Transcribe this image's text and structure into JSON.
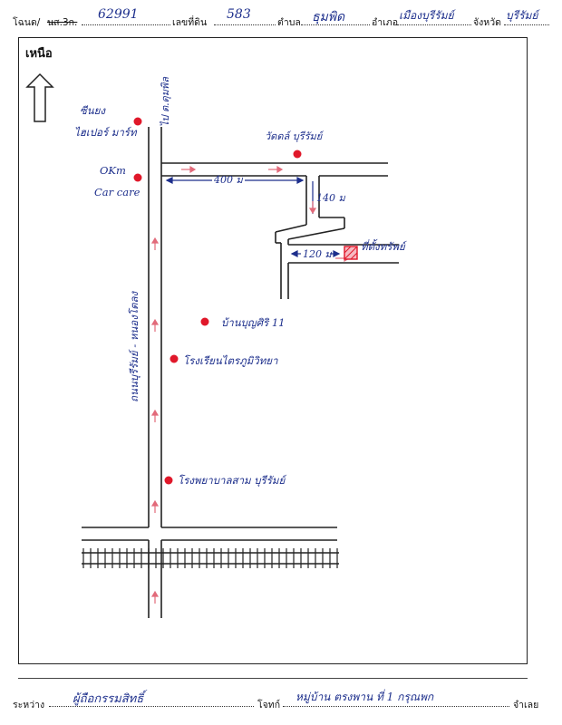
{
  "header": {
    "deed_label": "โฉนด/",
    "deed_label_struck": "นส.3ก.",
    "deed_no": "62991",
    "land_no_label": "เลขที่ดิน",
    "land_no": "583",
    "subdistrict_label": "ตำบล",
    "subdistrict": "ธุมพิด",
    "district_label": "อำเภอ",
    "district": "เมืองบุรีรัมย์",
    "province_label": "จังหวัด",
    "province": "บุรีรัมย์"
  },
  "map": {
    "north_label": "เหนือ",
    "places": {
      "seven_eleven": "ซีนยง\nไฮเปอร์ มาร์ท",
      "okm": "OKm\nCar care",
      "watch_school": "วัดดล์ บุรีรัมย์",
      "house_village": "บ้านบุญศิริ 11",
      "school": "โรงเรียนไตรภูมิวิทยา",
      "hospital": "โรงพยาบาลสาม บุรีรัมย์",
      "property": "ที่ตั้งทรัพย์"
    },
    "roads": {
      "main_road": "ถนนบุรีรัมย์ - หนองโตลง",
      "north_road": "ไป ต.ดุมพิล"
    },
    "distances": {
      "d1": "400 ม",
      "d2": "140 ม",
      "d3": "120 ม"
    },
    "colors": {
      "marker": "#e0182a",
      "ink": "#1d2f8c",
      "line": "#222222"
    }
  },
  "footer": {
    "between_label": "ระหว่าง",
    "party1": "ผู้ถือกรรมสิทธิ์",
    "plaintiff_label": "โจทก์",
    "party2": "หมู่บ้าน ตรงพาน ที่ 1 กรุณพก",
    "defendant_label": "จำเลย"
  }
}
